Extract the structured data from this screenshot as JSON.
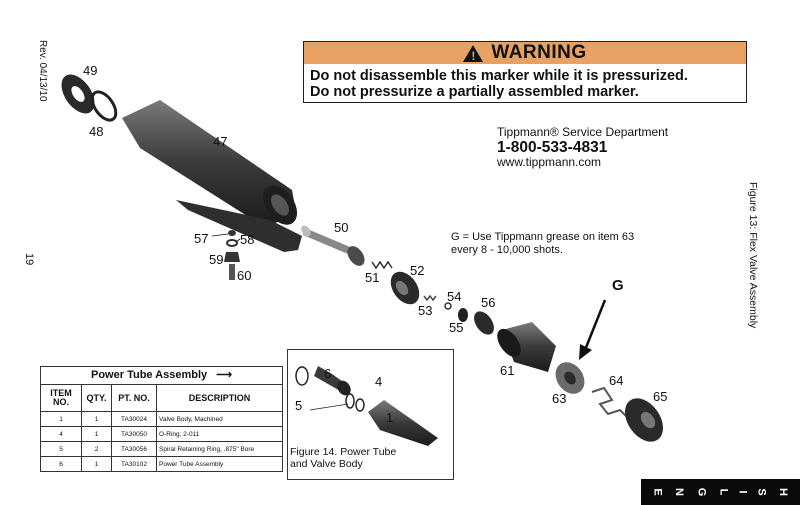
{
  "revision": "Rev. 04/13/10",
  "page_number": "19",
  "warning": {
    "title": "WARNING",
    "line1": "Do not disassemble this marker while it is pressurized.",
    "line2": "Do not pressurize a partially assembled marker."
  },
  "contact": {
    "department": "Tippmann® Service Department",
    "phone": "1-800-533-4831",
    "website": "www.tippmann.com"
  },
  "grease_note": {
    "line1": "G = Use Tippmann grease on item 63",
    "line2": "every 8 - 10,000 shots."
  },
  "figure13_caption": "Figure 13: Flex Valve Assembly",
  "figure14_caption": {
    "line1": "Figure 14. Power Tube",
    "line2": "and Valve Body"
  },
  "callouts": {
    "c49": "49",
    "c48": "48",
    "c47": "47",
    "c57": "57",
    "c58": "58",
    "c59": "59",
    "c60": "60",
    "c50": "50",
    "c51": "51",
    "c52": "52",
    "c53": "53",
    "c54": "54",
    "c55": "55",
    "c56": "56",
    "c61": "61",
    "g": "G",
    "c63": "63",
    "c64": "64",
    "c65": "65"
  },
  "fig14_callouts": {
    "c6": "6",
    "c4": "4",
    "c5": "5",
    "c1": "1"
  },
  "parts_table": {
    "title": "Power Tube Assembly",
    "headers": [
      "ITEM NO.",
      "QTY.",
      "PT. NO.",
      "DESCRIPTION"
    ],
    "rows": [
      [
        "1",
        "1",
        "TA30024",
        "Valve Body, Machined"
      ],
      [
        "4",
        "1",
        "TA30050",
        "O-Ring, 2-011"
      ],
      [
        "5",
        "2",
        "TA30056",
        "Spiral Retaining Ring, .875\" Bore"
      ],
      [
        "6",
        "1",
        "TA30102",
        "Power Tube Assembly"
      ]
    ]
  },
  "language_tab": [
    "E",
    "N",
    "G",
    "L",
    "I",
    "S",
    "H"
  ]
}
